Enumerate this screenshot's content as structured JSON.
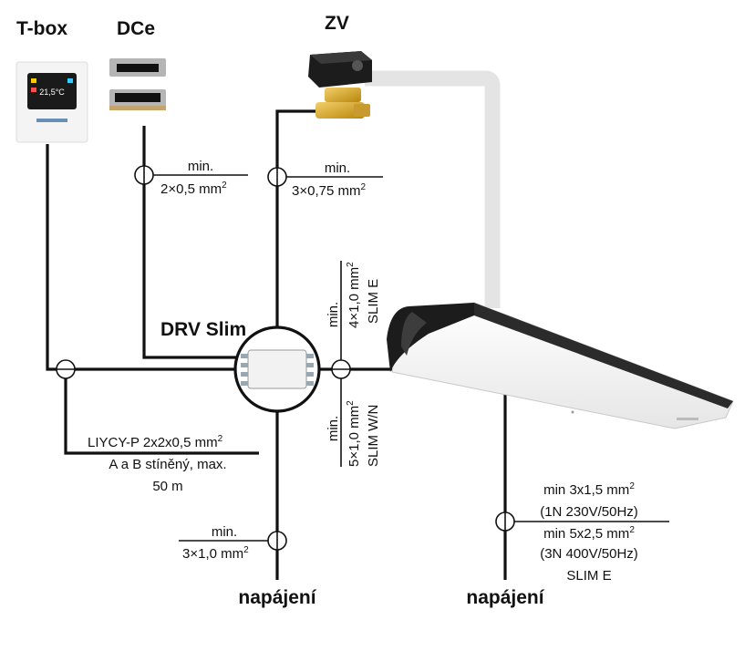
{
  "devices": {
    "tbox": "T-box",
    "dce": "DCe",
    "zv": "ZV",
    "drv": "DRV Slim"
  },
  "cables": {
    "dce": {
      "l1": "min.",
      "l2": "2×0,5 mm",
      "sup": "2"
    },
    "zv": {
      "l1": "min.",
      "l2": "3×0,75 mm",
      "sup": "2"
    },
    "slim_e": {
      "l1": "min.",
      "l2": "4×1,0 mm",
      "sup": "2",
      "l3": "SLIM E"
    },
    "slim_wn": {
      "l1": "min.",
      "l2": "5×1,0 mm",
      "sup": "2",
      "l3": "SLIM W/N"
    },
    "tbox": {
      "l1": "LIYCY-P 2x2x0,5 mm",
      "sup": "2",
      "l2": "A a B stíněný, max.",
      "l3": "50 m"
    },
    "drv_power": {
      "l1": "min.",
      "l2": "3×1,0 mm",
      "sup": "2"
    },
    "curtain_power": {
      "l1": "min 3x1,5 mm",
      "sup1": "2",
      "l2": "(1N 230V/50Hz)",
      "l3": "min 5x2,5 mm",
      "sup3": "2",
      "l4": "(3N 400V/50Hz)",
      "l5": "SLIM E"
    }
  },
  "power": {
    "left": "napájení",
    "right": "napájení"
  },
  "screen": {
    "text": "21,5°C"
  }
}
